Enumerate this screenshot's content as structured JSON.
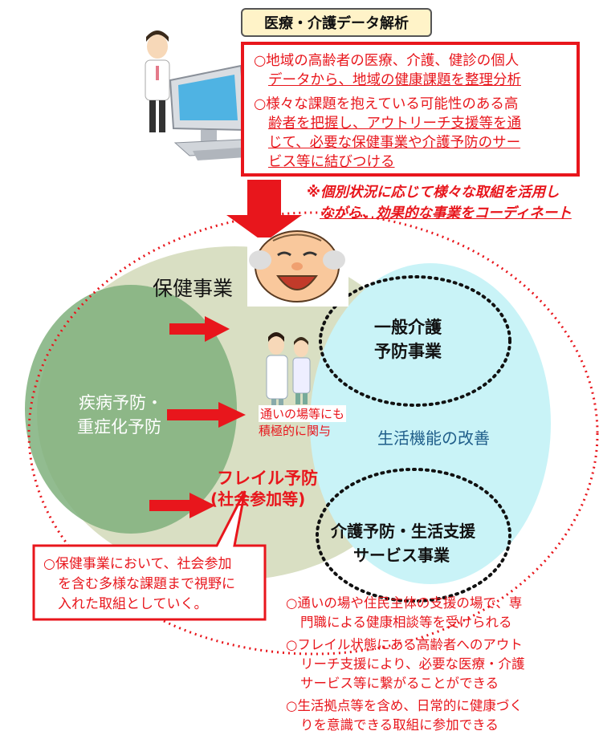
{
  "title": "医療・介護データ解析",
  "analysis_items": [
    {
      "bullet": "○",
      "lines": [
        "地域の高齢者の医療、介護、健診の個人",
        "データから、地域の健康課題を整理分析"
      ]
    },
    {
      "bullet": "○",
      "lines": [
        "様々な課題を抱えている可能性のある高",
        "齢者を把握し、アウトリーチ支援等を通",
        "じて、必要な保健事業や介護予防のサー",
        "ビス等に結びつける"
      ]
    }
  ],
  "note_lines": [
    "※個別状況に応じて様々な取組を活用し",
    "ながら、効果的な事業をコーディネート"
  ],
  "labels": {
    "hoken_jigyou": "保健事業",
    "ippan_line1": "一般介護",
    "ippan_line2": "予防事業",
    "shippei_line1": "疾病予防・",
    "shippei_line2": "重症化予防",
    "kayoi_line1": "通いの場等にも",
    "kayoi_line2": "積極的に関与",
    "seikatsu_kinou": "生活機能の改善",
    "frail_line1": "フレイル予防",
    "frail_line2": "(社会参加等)",
    "kaigo_line1": "介護予防・生活支援",
    "kaigo_line2": "サービス事業"
  },
  "callout_lines": [
    "○保健事業において、社会参加",
    "を含む多様な課題まで視野に",
    "入れた取組としていく。"
  ],
  "bottom_lines": [
    "○通いの場や住民主体の支援の場で、専",
    "門職による健康相談等を受けられる",
    "○フレイル状態にある高齢者へのアウト",
    "リーチ支援により、必要な医療・介護",
    "サービス等に繋がることができる",
    "○生活拠点等を含め、日常的に健康づく",
    "りを意識できる取組に参加できる"
  ],
  "colors": {
    "accent_red": "#e8161c",
    "hoken_fill": "#d9dfc3",
    "shippei_fill": "#7fb07d",
    "ippan_fill": "#c9f3f7",
    "title_fill": "#fff3c8"
  },
  "icons": [
    "staff-at-computer-icon",
    "elderly-man-face-icon",
    "health-professionals-icon",
    "down-arrow-icon",
    "right-arrow-icon"
  ]
}
